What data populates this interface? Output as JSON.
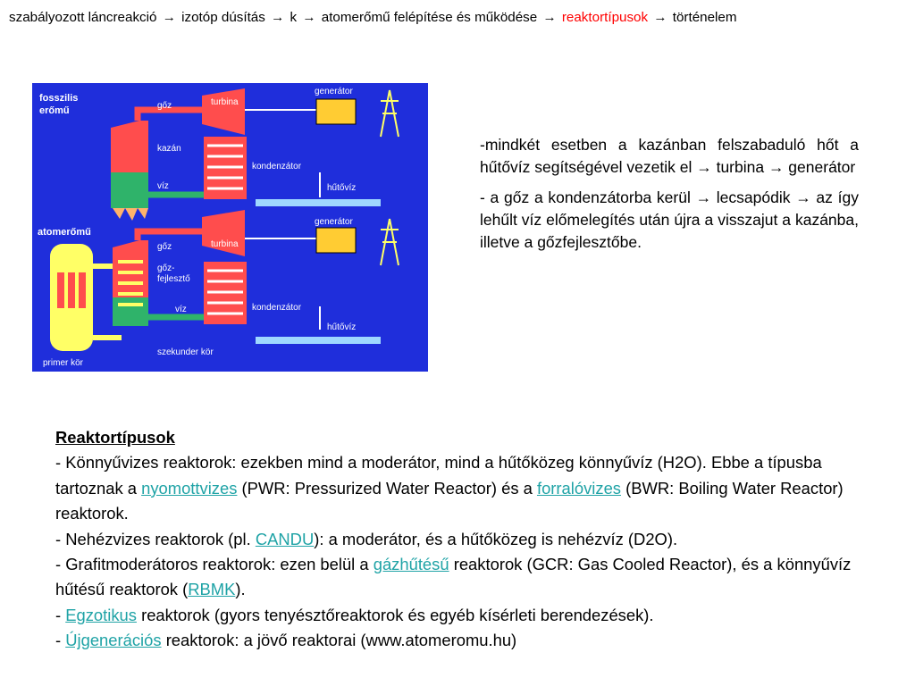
{
  "breadcrumb": {
    "items": [
      {
        "label": "szabályozott láncreakció",
        "active": false
      },
      {
        "label": "izotóp dúsítás",
        "active": false
      },
      {
        "label": "k",
        "active": false
      },
      {
        "label": "atomerőmű felépítése és működése",
        "active": false
      },
      {
        "label": "reaktortípusok",
        "active": true
      },
      {
        "label": "történelem",
        "active": false
      }
    ],
    "separator": "→",
    "active_color": "#ff0000"
  },
  "diagram": {
    "background": "#1f2edb",
    "fossil": {
      "title_line1": "fosszilis",
      "title_line2": "erőmű",
      "steam": "gőz",
      "turbine": "turbina",
      "generator": "generátor",
      "boiler": "kazán",
      "condenser": "kondenzátor",
      "water": "víz",
      "cooling_water": "hűtővíz"
    },
    "nuclear": {
      "title": "atomerőmű",
      "steam": "gőz",
      "turbine": "turbina",
      "generator": "generátor",
      "steam_gen_line1": "gőz-",
      "steam_gen_line2": "fejlesztő",
      "condenser": "kondenzátor",
      "water": "víz",
      "cooling_water": "hűtővíz",
      "primary": "primer kör",
      "secondary": "szekunder kör"
    },
    "colors": {
      "steam": "#ff4d4d",
      "water": "#2fb36a",
      "reactor": "#ffff66",
      "generator": "#ffcc33",
      "flame": "#ffb36b"
    }
  },
  "side": {
    "p1": "-mindkét esetben a kazánban felszabaduló hőt a hűtővíz segítségével vezetik el → turbina → generátor",
    "p2": "- a gőz a kondenzátorba kerül →  lecsapódik → az így lehűlt víz előmelegítés után újra a visszajut a kazánba, illetve a gőzfejlesztőbe."
  },
  "main": {
    "heading": "Reaktortípusok",
    "l1_a": "- Könnyűvizes reaktorok: ezekben mind a moderátor, mind a hűtőközeg könnyűvíz (H2O). Ebbe a típusba tartoznak a ",
    "l1_link1": "nyomottvizes",
    "l1_b": " (PWR: Pressurized Water Reactor) és a ",
    "l1_link2": "forralóvizes",
    "l1_c": " (BWR: Boiling Water Reactor) reaktorok.",
    "l2_a": "- Nehézvizes reaktorok (pl. ",
    "l2_link": "CANDU",
    "l2_b": "): a moderátor, és a hűtőközeg is nehézvíz (D2O).",
    "l3_a": "- Grafitmoderátoros reaktorok: ezen belül a ",
    "l3_link1": "gázhűtésű",
    "l3_b": " reaktorok (GCR: Gas Cooled Reactor), és a könnyűvíz hűtésű reaktorok (",
    "l3_link2": "RBMK",
    "l3_c": ").",
    "l4_a": "- ",
    "l4_link": "Egzotikus",
    "l4_b": " reaktorok (gyors tenyésztőreaktorok és egyéb kísérleti berendezések).",
    "l5_a": "- ",
    "l5_link": "Újgenerációs",
    "l5_b": " reaktorok: a jövő reaktorai (www.atomeromu.hu)",
    "link_color": "#1fa3a6"
  }
}
